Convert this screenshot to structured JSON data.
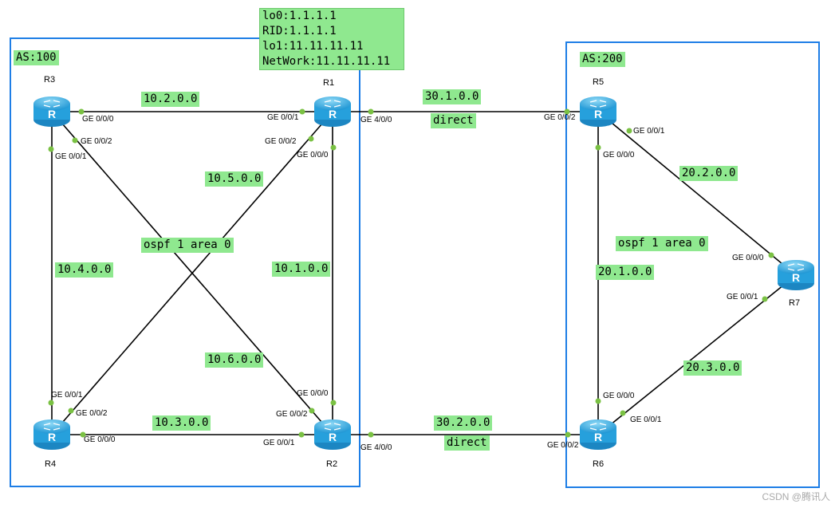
{
  "colors": {
    "label_bg": "#8fe88f",
    "as_border": "#1e7ee6",
    "link": "#000000",
    "port_dot": "#7ac143",
    "router": "#31a8e0"
  },
  "as_left": {
    "label": "AS:100"
  },
  "as_right": {
    "label": "AS:200"
  },
  "info_box": {
    "lines": [
      "lo0:1.1.1.1",
      "RID:1.1.1.1",
      "lo1:11.11.11.11",
      "NetWork:11.11.11.11"
    ]
  },
  "routers": {
    "r1": "R1",
    "r2": "R2",
    "r3": "R3",
    "r4": "R4",
    "r5": "R5",
    "r6": "R6",
    "r7": "R7"
  },
  "networks": {
    "n10_2": "10.2.0.0",
    "n10_5": "10.5.0.0",
    "n10_4": "10.4.0.0",
    "n10_1": "10.1.0.0",
    "n10_6": "10.6.0.0",
    "n10_3": "10.3.0.0",
    "n30_1": "30.1.0.0",
    "n30_2": "30.2.0.0",
    "n20_2": "20.2.0.0",
    "n20_1": "20.1.0.0",
    "n20_3": "20.3.0.0",
    "direct_top": "direct",
    "direct_bottom": "direct",
    "ospf_left": "ospf 1 area 0",
    "ospf_right": "ospf 1 area 0"
  },
  "interfaces": {
    "r3_ge000": "GE 0/0/0",
    "r1_ge001": "GE 0/0/1",
    "r1_ge400": "GE 4/0/0",
    "r5_ge002": "GE 0/0/2",
    "r5_ge001": "GE 0/0/1",
    "r3_ge002": "GE 0/0/2",
    "r1_ge002": "GE 0/0/2",
    "r3_ge001": "GE 0/0/1",
    "r1_ge000": "GE 0/0/0",
    "r5_ge000": "GE 0/0/0",
    "r7_ge000": "GE 0/0/0",
    "r7_ge001": "GE 0/0/1",
    "r4_ge001": "GE 0/0/1",
    "r2_ge000": "GE 0/0/0",
    "r6_ge000": "GE 0/0/0",
    "r4_ge002": "GE 0/0/2",
    "r2_ge002": "GE 0/0/2",
    "r6_ge001": "GE 0/0/1",
    "r4_ge000": "GE 0/0/0",
    "r2_ge001": "GE 0/0/1",
    "r2_ge400": "GE 4/0/0",
    "r6_ge002": "GE 0/0/2"
  },
  "watermark": "CSDN @腾讯人"
}
